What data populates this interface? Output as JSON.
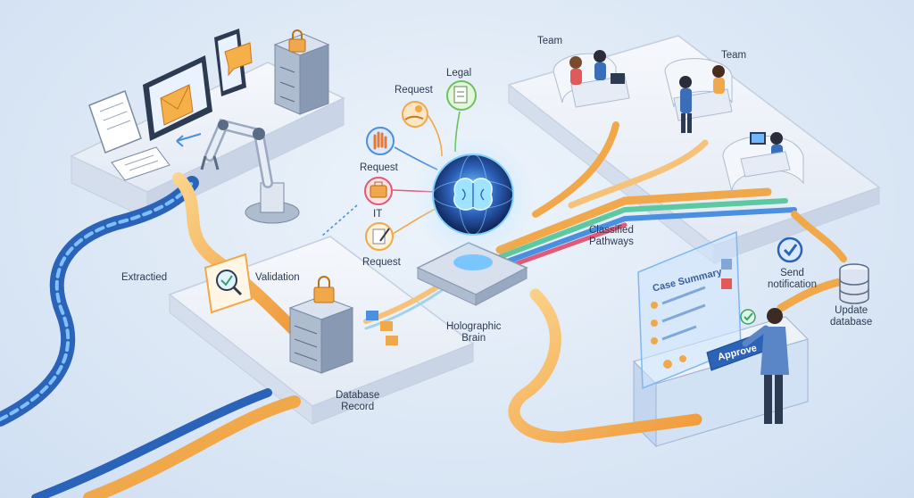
{
  "labels": {
    "team_left": "Team",
    "team_right": "Team",
    "legal": "Legal",
    "request_top": "Request",
    "request_mid": "Request",
    "it": "IT",
    "request_bottom": "Request",
    "extracted": "Extractied",
    "validation": "Validation",
    "database_record_1": "Database",
    "database_record_2": "Record",
    "holographic_1": "Holographic",
    "holographic_2": "Brain",
    "classified_1": "Classified",
    "classified_2": "Pathways",
    "send_1": "Send",
    "send_2": "notification",
    "update_1": "Update",
    "update_2": "database",
    "case_summary": "Case Summary",
    "approve": "Approve"
  },
  "colors": {
    "platform": "#eef2f8",
    "platform_edge": "#c3cfe0",
    "path_orange": "#f0a84a",
    "path_blue": "#4a8fe0",
    "path_green": "#5cc9a0",
    "path_pink": "#e05a7a",
    "brain_glow": "#3aa0ff",
    "dark_navy": "#2c3a52"
  },
  "icons": [
    "document-icon",
    "envelope-icon",
    "phone-icon",
    "chat-icon",
    "server-icon",
    "lock-icon",
    "robot-arm-icon",
    "hand-icon",
    "briefcase-icon",
    "pen-paper-icon",
    "coin-hand-icon",
    "legal-doc-icon",
    "magnifier-check-icon",
    "brain-icon",
    "check-circle-icon",
    "database-icon"
  ]
}
